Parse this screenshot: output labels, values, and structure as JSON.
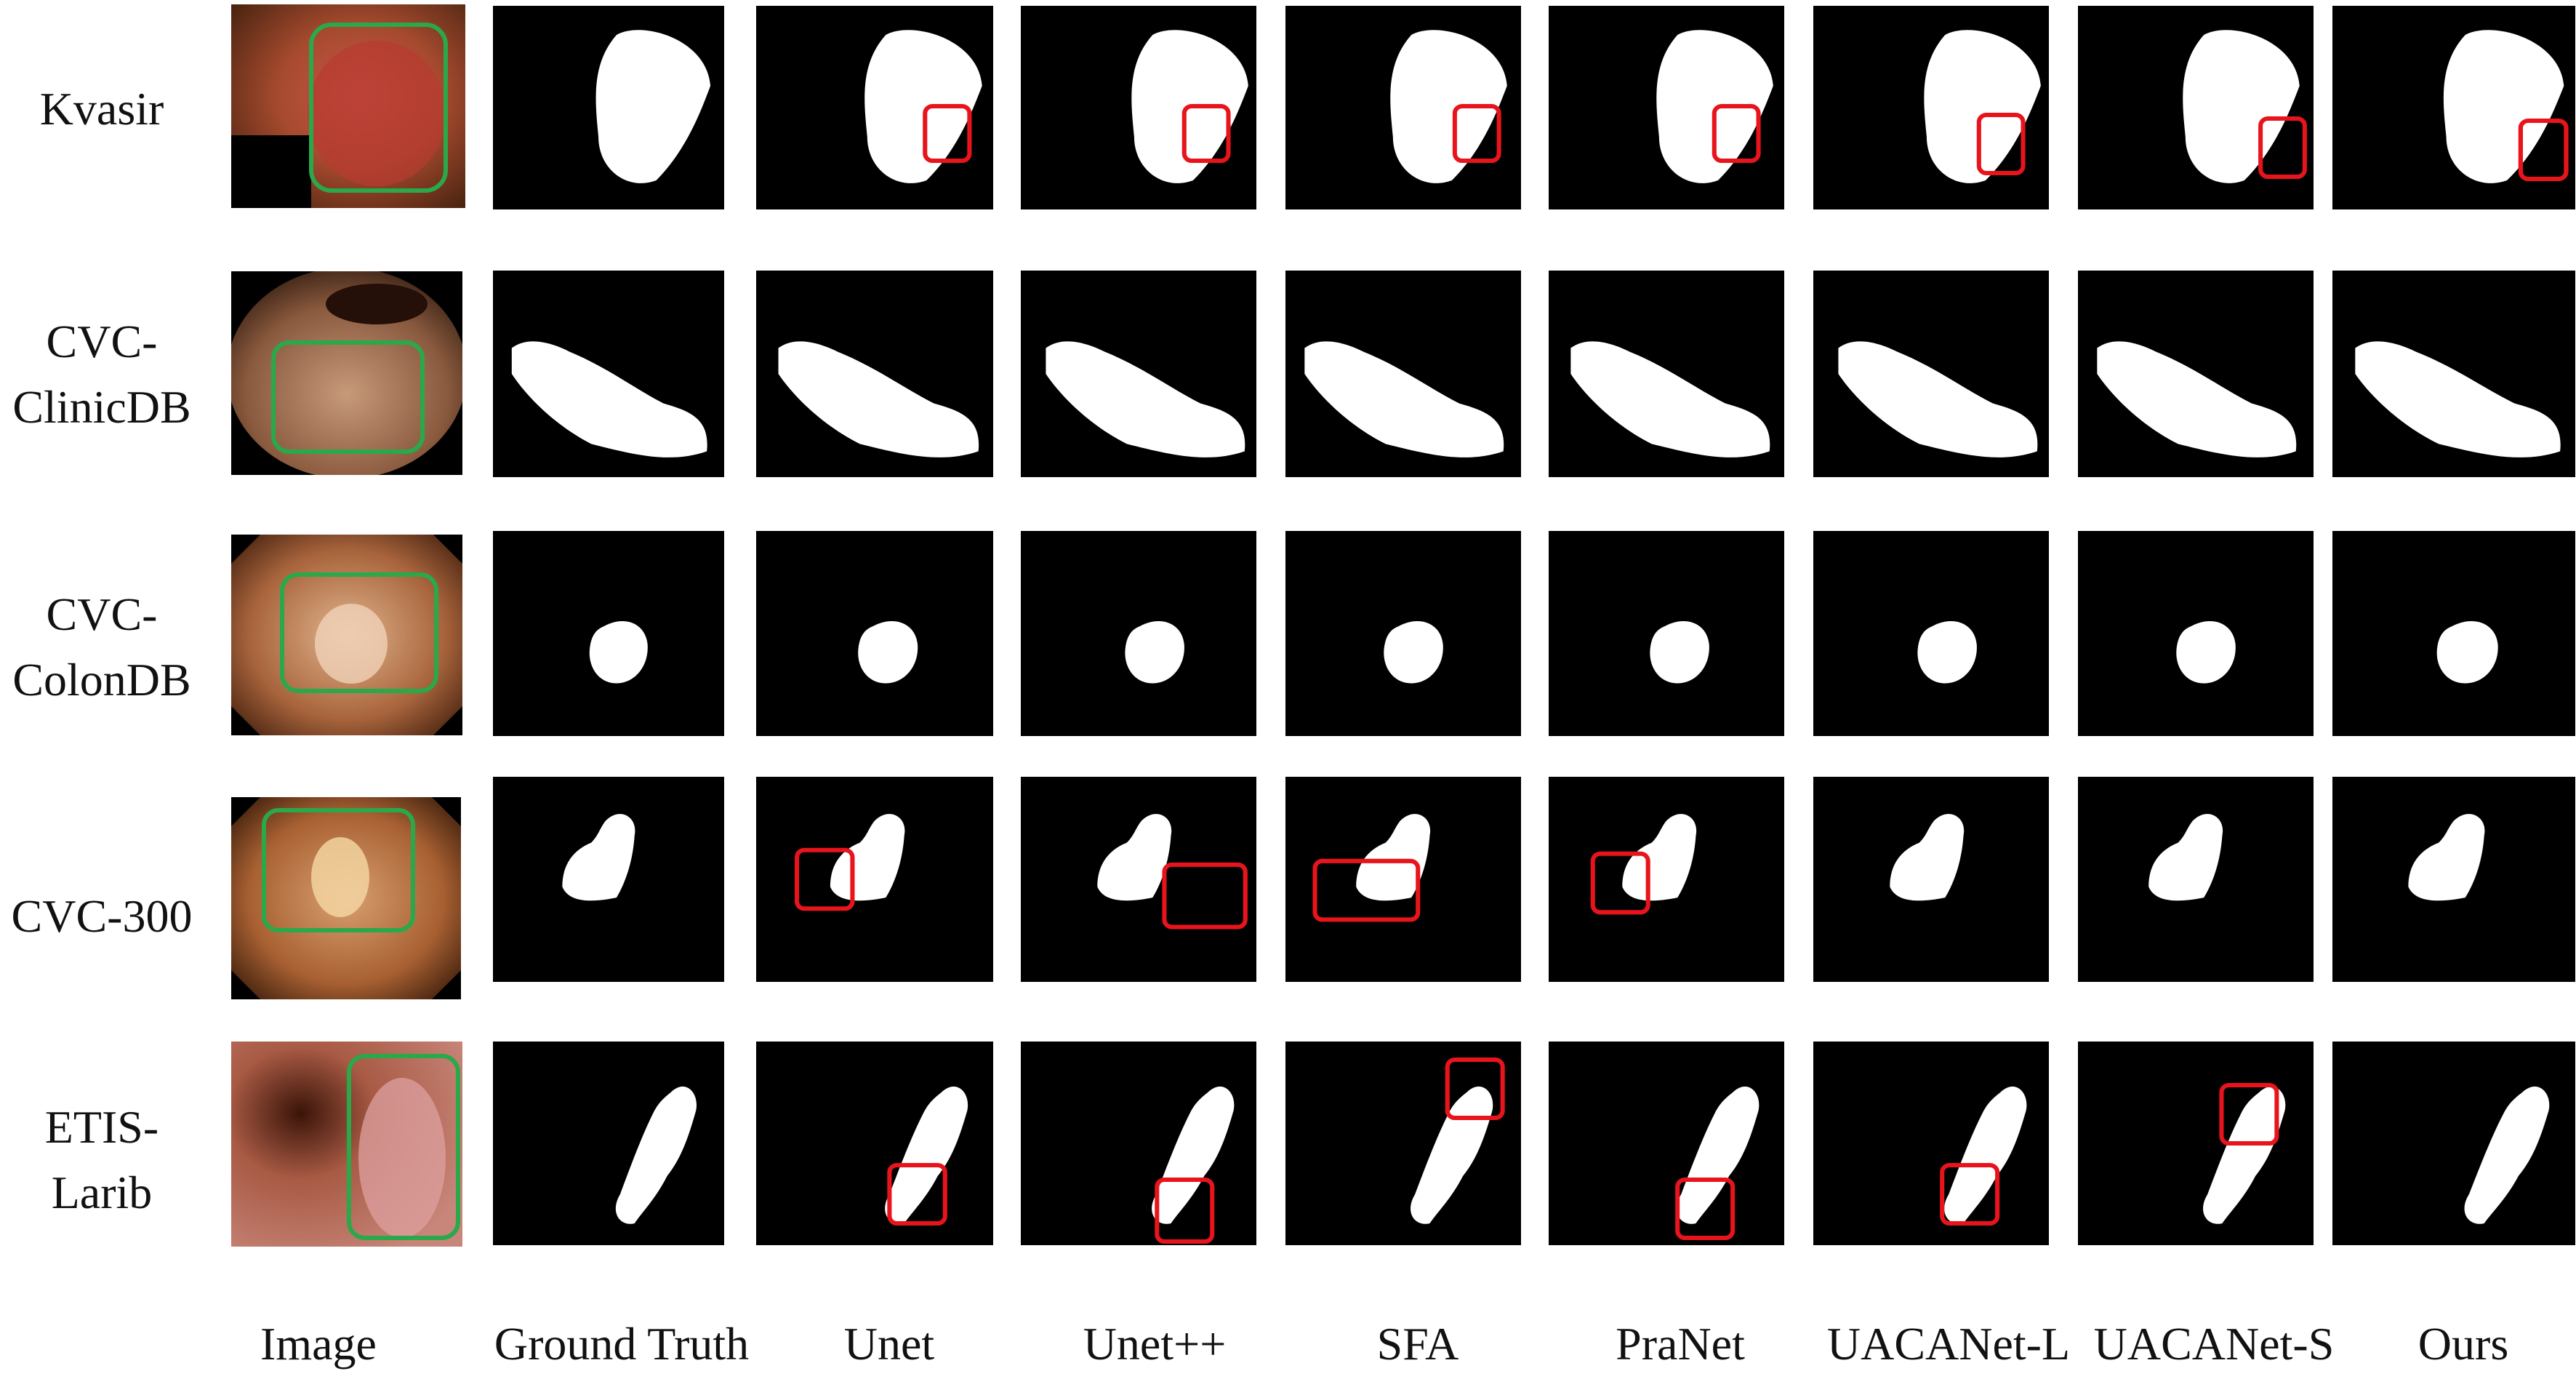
{
  "figure": {
    "row_labels": [
      [
        "Kvasir"
      ],
      [
        "CVC-",
        "ClinicDB"
      ],
      [
        "CVC-",
        "ColonDB"
      ],
      [
        "CVC-300"
      ],
      [
        "ETIS-",
        "Larib"
      ]
    ],
    "column_labels": [
      "Image",
      "Ground Truth",
      "Unet",
      "Unet++",
      "SFA",
      "PraNet",
      "UACANet-L",
      "UACANet-S",
      "Ours"
    ]
  },
  "colors": {
    "mask_background": "#000000",
    "mask_foreground": "#ffffff",
    "error_highlight": "#e8141c",
    "region_of_interest": "#2aa84a"
  }
}
